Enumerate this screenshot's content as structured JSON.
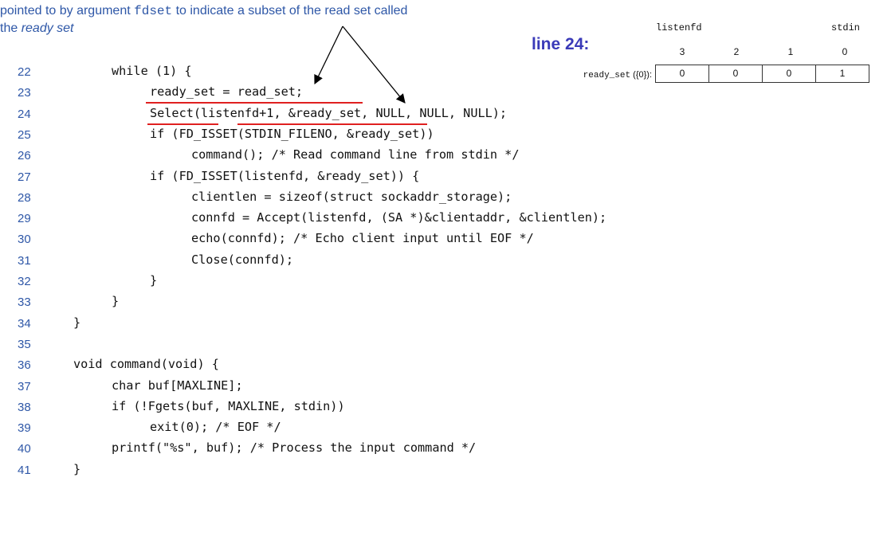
{
  "caption": {
    "prefix": "pointed to by argument ",
    "arg": "fdset",
    "suffix": " to indicate a subset of the read set called",
    "line2_prefix": "the ",
    "line2_term": "ready set"
  },
  "marker": "line 24:",
  "fd_table": {
    "label_listenfd": "listenfd",
    "label_stdin": "stdin",
    "indices": [
      "3",
      "2",
      "1",
      "0"
    ],
    "row_label_mono": "ready_set",
    "row_label_tail": " ({0}):",
    "values": [
      "0",
      "0",
      "0",
      "1"
    ]
  },
  "code_lines": [
    {
      "n": "22",
      "indent": 2,
      "text": "while (1) {"
    },
    {
      "n": "23",
      "indent": 3,
      "text": "ready_set = read_set;"
    },
    {
      "n": "24",
      "indent": 3,
      "text": "Select(listenfd+1, &ready_set, NULL, NULL, NULL);"
    },
    {
      "n": "25",
      "indent": 3,
      "text": "if (FD_ISSET(STDIN_FILENO, &ready_set))"
    },
    {
      "n": "26",
      "indent": 4,
      "text": "command(); /* Read command line from stdin */"
    },
    {
      "n": "27",
      "indent": 3,
      "text": "if (FD_ISSET(listenfd, &ready_set)) {"
    },
    {
      "n": "28",
      "indent": 4,
      "text": "clientlen = sizeof(struct sockaddr_storage);"
    },
    {
      "n": "29",
      "indent": 4,
      "text": "connfd = Accept(listenfd, (SA *)&clientaddr, &clientlen);"
    },
    {
      "n": "30",
      "indent": 4,
      "text": "echo(connfd); /* Echo client input until EOF */"
    },
    {
      "n": "31",
      "indent": 4,
      "text": "Close(connfd);"
    },
    {
      "n": "32",
      "indent": 3,
      "text": "}"
    },
    {
      "n": "33",
      "indent": 2,
      "text": "}"
    },
    {
      "n": "34",
      "indent": 1,
      "text": "}"
    },
    {
      "n": "35",
      "indent": 1,
      "text": ""
    },
    {
      "n": "36",
      "indent": 1,
      "text": "void command(void) {"
    },
    {
      "n": "37",
      "indent": 2,
      "text": "char buf[MAXLINE];"
    },
    {
      "n": "38",
      "indent": 2,
      "text": "if (!Fgets(buf, MAXLINE, stdin))"
    },
    {
      "n": "39",
      "indent": 3,
      "text": "exit(0); /* EOF */"
    },
    {
      "n": "40",
      "indent": 2,
      "text": "printf(\"%s\", buf); /* Process the input command */"
    },
    {
      "n": "41",
      "indent": 1,
      "text": "}"
    }
  ],
  "colors": {
    "caption": "#2e57a7",
    "line_numbers": "#2e57a7",
    "marker": "#3a3ab8",
    "underline": "#e02020"
  }
}
